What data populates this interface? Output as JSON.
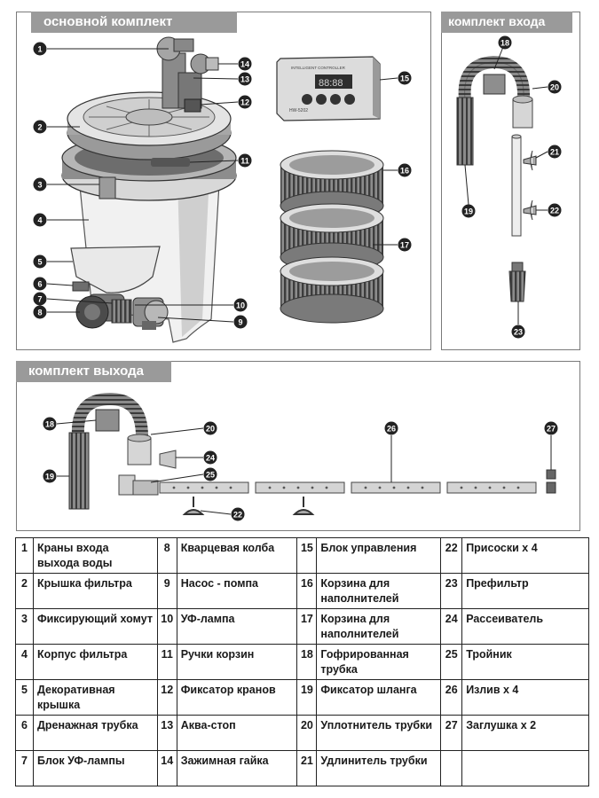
{
  "panels": {
    "main": "основной комплект",
    "inlet": "комплект входа",
    "outlet": "комплект выхода"
  },
  "controller": {
    "brand": "INTELLIGENT CONTROLLER",
    "model": "HW-5202",
    "display": "88:88"
  },
  "callouts": [
    "1",
    "2",
    "3",
    "4",
    "5",
    "6",
    "7",
    "8",
    "9",
    "10",
    "11",
    "12",
    "13",
    "14",
    "15",
    "16",
    "17",
    "18",
    "19",
    "20",
    "21",
    "22",
    "23",
    "24",
    "25",
    "26",
    "27"
  ],
  "legend": [
    [
      {
        "n": "1",
        "t": "Краны входа выхода воды"
      },
      {
        "n": "8",
        "t": "Кварцевая колба"
      },
      {
        "n": "15",
        "t": "Блок управления"
      },
      {
        "n": "22",
        "t": "Присоски х 4"
      }
    ],
    [
      {
        "n": "2",
        "t": "Крышка фильтра"
      },
      {
        "n": "9",
        "t": "Насос - помпа"
      },
      {
        "n": "16",
        "t": "Корзина для наполнителей"
      },
      {
        "n": "23",
        "t": "Префильтр"
      }
    ],
    [
      {
        "n": "3",
        "t": "Фиксирующий хомут"
      },
      {
        "n": "10",
        "t": "УФ-лампа"
      },
      {
        "n": "17",
        "t": "Корзина для наполнителей"
      },
      {
        "n": "24",
        "t": "Рассеиватель"
      }
    ],
    [
      {
        "n": "4",
        "t": "Корпус фильтра"
      },
      {
        "n": "11",
        "t": "Ручки корзин"
      },
      {
        "n": "18",
        "t": "Гофрированная трубка"
      },
      {
        "n": "25",
        "t": "Тройник"
      }
    ],
    [
      {
        "n": "5",
        "t": "Декоративная крышка"
      },
      {
        "n": "12",
        "t": "Фиксатор кранов"
      },
      {
        "n": "19",
        "t": "Фиксатор шланга"
      },
      {
        "n": "26",
        "t": "Излив х 4"
      }
    ],
    [
      {
        "n": "6",
        "t": "Дренажная трубка"
      },
      {
        "n": "13",
        "t": "Аква-стоп"
      },
      {
        "n": "20",
        "t": "Уплотнитель трубки"
      },
      {
        "n": "27",
        "t": "Заглушка х 2"
      }
    ],
    [
      {
        "n": "7",
        "t": "Блок УФ-лампы"
      },
      {
        "n": "14",
        "t": "Зажимная гайка"
      },
      {
        "n": "21",
        "t": "Удлинитель трубки"
      },
      {
        "n": "",
        "t": ""
      }
    ]
  ]
}
